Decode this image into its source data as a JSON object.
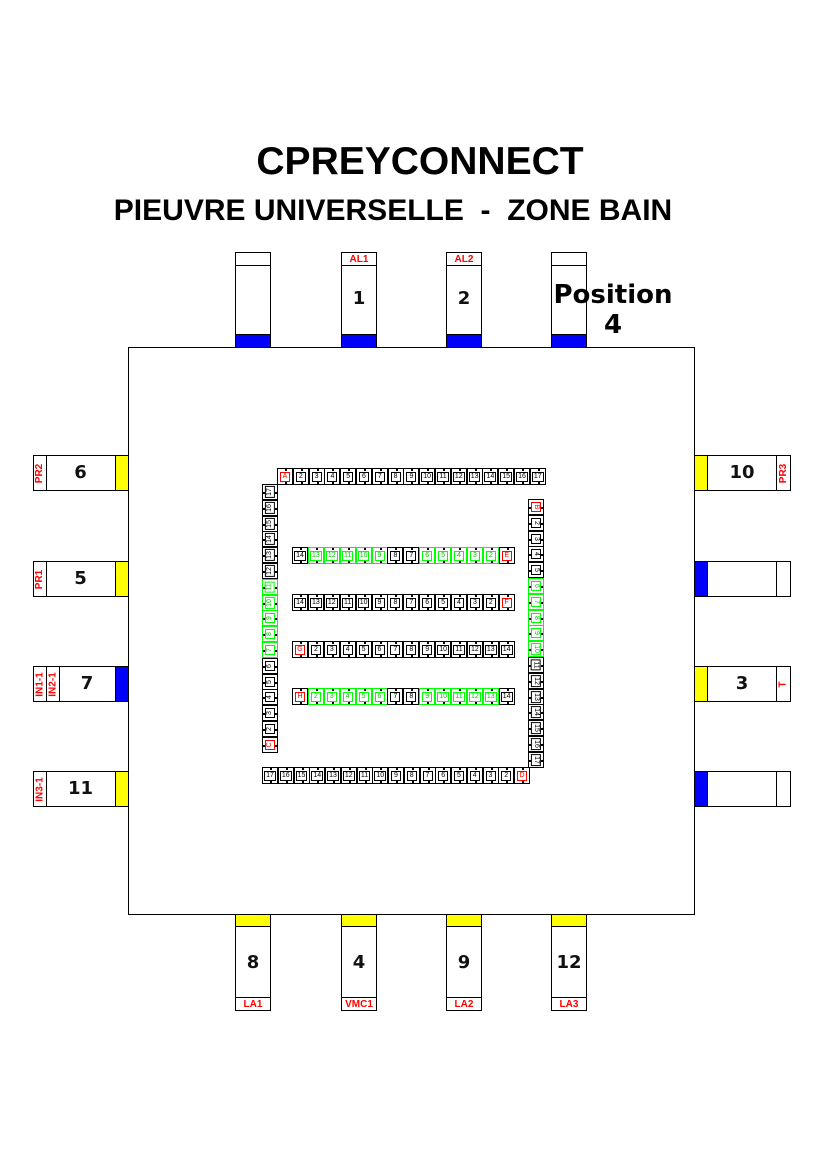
{
  "header": {
    "title": "CPREYCONNECT",
    "subtitle": "PIEUVRE UNIVERSELLE  -  ZONE BAIN"
  },
  "position": {
    "label": "Position",
    "value": "4"
  },
  "colors": {
    "blue": "#0000ff",
    "yellow": "#ffff00",
    "red": "#ff0000",
    "green": "#00ff00"
  },
  "connectors": {
    "top": [
      {
        "num": "",
        "label": "",
        "band": "blue"
      },
      {
        "num": "1",
        "label": "AL1",
        "band": "blue"
      },
      {
        "num": "2",
        "label": "AL2",
        "band": "blue"
      },
      {
        "num": "",
        "label": "",
        "band": "blue"
      }
    ],
    "bottom": [
      {
        "num": "8",
        "label": "LA1",
        "band": "yellow"
      },
      {
        "num": "4",
        "label": "VMC1",
        "band": "yellow"
      },
      {
        "num": "9",
        "label": "LA2",
        "band": "yellow"
      },
      {
        "num": "12",
        "label": "LA3",
        "band": "yellow"
      }
    ],
    "left": [
      {
        "num": "6",
        "labels": [
          "PR2"
        ],
        "band": "yellow"
      },
      {
        "num": "5",
        "labels": [
          "PR1"
        ],
        "band": "yellow"
      },
      {
        "num": "7",
        "labels": [
          "IN1-1",
          "IN2-1"
        ],
        "band": "blue"
      },
      {
        "num": "11",
        "labels": [
          "IN3-1"
        ],
        "band": "yellow"
      }
    ],
    "right": [
      {
        "num": "10",
        "label": "PR3",
        "band": "yellow"
      },
      {
        "num": "",
        "label": "",
        "band": "blue"
      },
      {
        "num": "3",
        "label": "T",
        "band": "yellow"
      },
      {
        "num": "",
        "label": "",
        "band": "blue"
      }
    ]
  },
  "strips": {
    "top": {
      "cells": [
        [
          "A",
          "red"
        ],
        [
          "2",
          "black"
        ],
        [
          "3",
          "black"
        ],
        [
          "4",
          "black"
        ],
        [
          "5",
          "black"
        ],
        [
          "6",
          "black"
        ],
        [
          "7",
          "black"
        ],
        [
          "8",
          "black"
        ],
        [
          "9",
          "black"
        ],
        [
          "10",
          "black"
        ],
        [
          "11",
          "black"
        ],
        [
          "12",
          "black"
        ],
        [
          "13",
          "black"
        ],
        [
          "14",
          "black"
        ],
        [
          "15",
          "black"
        ],
        [
          "16",
          "black"
        ],
        [
          "17",
          "black"
        ]
      ]
    },
    "left": {
      "cells": [
        [
          "17",
          "black"
        ],
        [
          "16",
          "black"
        ],
        [
          "15",
          "black"
        ],
        [
          "14",
          "black"
        ],
        [
          "13",
          "black"
        ],
        [
          "12",
          "black"
        ],
        [
          "11",
          "green"
        ],
        [
          "10",
          "green"
        ],
        [
          "9",
          "green"
        ],
        [
          "8",
          "green"
        ],
        [
          "7",
          "green"
        ],
        [
          "6",
          "black"
        ],
        [
          "5",
          "black"
        ],
        [
          "4",
          "black"
        ],
        [
          "3",
          "black"
        ],
        [
          "2",
          "black"
        ],
        [
          "C",
          "red"
        ]
      ]
    },
    "right": {
      "cells": [
        [
          "B",
          "red"
        ],
        [
          "2",
          "black"
        ],
        [
          "3",
          "black"
        ],
        [
          "4",
          "black"
        ],
        [
          "5",
          "black"
        ],
        [
          "6",
          "green"
        ],
        [
          "7",
          "green"
        ],
        [
          "8",
          "green"
        ],
        [
          "9",
          "green"
        ],
        [
          "10",
          "green"
        ],
        [
          "11",
          "black"
        ],
        [
          "12",
          "black"
        ],
        [
          "13",
          "black"
        ],
        [
          "14",
          "black"
        ],
        [
          "15",
          "black"
        ],
        [
          "16",
          "black"
        ],
        [
          "17",
          "black"
        ]
      ]
    },
    "bottom": {
      "cells": [
        [
          "17",
          "black"
        ],
        [
          "16",
          "black"
        ],
        [
          "15",
          "black"
        ],
        [
          "14",
          "black"
        ],
        [
          "13",
          "black"
        ],
        [
          "12",
          "black"
        ],
        [
          "11",
          "black"
        ],
        [
          "10",
          "black"
        ],
        [
          "9",
          "black"
        ],
        [
          "8",
          "black"
        ],
        [
          "7",
          "black"
        ],
        [
          "6",
          "black"
        ],
        [
          "5",
          "black"
        ],
        [
          "4",
          "black"
        ],
        [
          "3",
          "black"
        ],
        [
          "2",
          "black"
        ],
        [
          "D",
          "red"
        ]
      ]
    },
    "row1": {
      "cells": [
        [
          "14",
          "black"
        ],
        [
          "13",
          "green"
        ],
        [
          "12",
          "green"
        ],
        [
          "11",
          "green"
        ],
        [
          "10",
          "green"
        ],
        [
          "9",
          "green"
        ],
        [
          "8",
          "black"
        ],
        [
          "7",
          "black"
        ],
        [
          "6",
          "green"
        ],
        [
          "5",
          "green"
        ],
        [
          "4",
          "green"
        ],
        [
          "3",
          "green"
        ],
        [
          "2",
          "green"
        ],
        [
          "E",
          "red"
        ]
      ]
    },
    "row2": {
      "cells": [
        [
          "14",
          "black"
        ],
        [
          "13",
          "black"
        ],
        [
          "12",
          "black"
        ],
        [
          "11",
          "black"
        ],
        [
          "10",
          "black"
        ],
        [
          "9",
          "black"
        ],
        [
          "8",
          "black"
        ],
        [
          "7",
          "black"
        ],
        [
          "6",
          "black"
        ],
        [
          "5",
          "black"
        ],
        [
          "4",
          "black"
        ],
        [
          "3",
          "black"
        ],
        [
          "2",
          "black"
        ],
        [
          "F",
          "red"
        ]
      ]
    },
    "row3": {
      "cells": [
        [
          "G",
          "red"
        ],
        [
          "2",
          "black"
        ],
        [
          "3",
          "black"
        ],
        [
          "4",
          "black"
        ],
        [
          "5",
          "black"
        ],
        [
          "6",
          "black"
        ],
        [
          "7",
          "black"
        ],
        [
          "8",
          "black"
        ],
        [
          "9",
          "black"
        ],
        [
          "10",
          "black"
        ],
        [
          "11",
          "black"
        ],
        [
          "12",
          "black"
        ],
        [
          "13",
          "black"
        ],
        [
          "14",
          "black"
        ]
      ]
    },
    "row4": {
      "cells": [
        [
          "H",
          "red"
        ],
        [
          "2",
          "green"
        ],
        [
          "3",
          "green"
        ],
        [
          "4",
          "green"
        ],
        [
          "5",
          "green"
        ],
        [
          "6",
          "green"
        ],
        [
          "7",
          "black"
        ],
        [
          "8",
          "black"
        ],
        [
          "9",
          "green"
        ],
        [
          "10",
          "green"
        ],
        [
          "11",
          "green"
        ],
        [
          "12",
          "green"
        ],
        [
          "13",
          "green"
        ],
        [
          "14",
          "black"
        ]
      ]
    }
  }
}
